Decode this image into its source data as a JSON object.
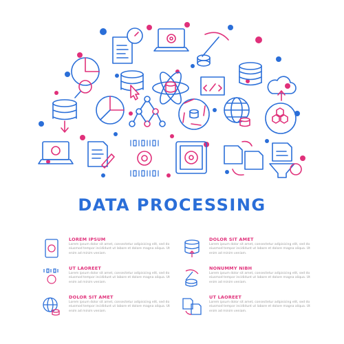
{
  "title": "DATA PROCESSING",
  "colors": {
    "primary": "#2a6ed8",
    "accent": "#e0307a",
    "muted": "#9a9a9a"
  },
  "hero_icons": [
    "speedometer-doc-icon",
    "laptop-gear-icon",
    "pickaxe-icon",
    "database-search-icon",
    "database-click-icon",
    "atom-database-icon",
    "code-document-icon",
    "database-stack-icon",
    "cloud-upload-icon",
    "database-download-icon",
    "pie-chart-icon",
    "neural-network-icon",
    "shutter-database-icon",
    "globe-database-icon",
    "hexagon-cycle-icon",
    "laptop-settings-icon",
    "document-pen-icon",
    "binary-gear-icon",
    "tablet-gear-icon",
    "file-exchange-icon",
    "funnel-gear-icon"
  ],
  "features": [
    {
      "icon": "tablet-gear-icon",
      "heading": "LOREM IPSUM",
      "body": "Lorem ipsum dolor sit amet, consectetur adipisicing elit, sed do eiusmod tempor incididunt ut labore et dolore magna aliqua. Ut enim ad minim veniam."
    },
    {
      "icon": "binary-gear-icon",
      "heading": "UT LAOREET",
      "body": "Lorem ipsum dolor sit amet, consectetur adipisicing elit, sed do eiusmod tempor incididunt ut labore et dolore magna aliqua. Ut enim ad minim veniam."
    },
    {
      "icon": "globe-database-icon",
      "heading": "DOLOR SIT AMET",
      "body": "Lorem ipsum dolor sit amet, consectetur adipisicing elit, sed do eiusmod tempor incididunt ut labore et dolore magna aliqua. Ut enim ad minim veniam."
    },
    {
      "icon": "database-upload-icon",
      "heading": "DOLOR SIT AMET",
      "body": "Lorem ipsum dolor sit amet, consectetur adipisicing elit, sed do eiusmod tempor incididunt ut labore et dolore magna aliqua. Ut enim ad minim veniam."
    },
    {
      "icon": "pickaxe-database-icon",
      "heading": "NONUMMY NIBH",
      "body": "Lorem ipsum dolor sit amet, consectetur adipisicing elit, sed do eiusmod tempor incididunt ut labore et dolore magna aliqua. Ut enim ad minim veniam."
    },
    {
      "icon": "file-exchange-icon",
      "heading": "UT LAOREET",
      "body": "Lorem ipsum dolor sit amet, consectetur adipisicing elit, sed do eiusmod tempor incididunt ut labore et dolore magna aliqua. Ut enim ad minim veniam."
    }
  ]
}
